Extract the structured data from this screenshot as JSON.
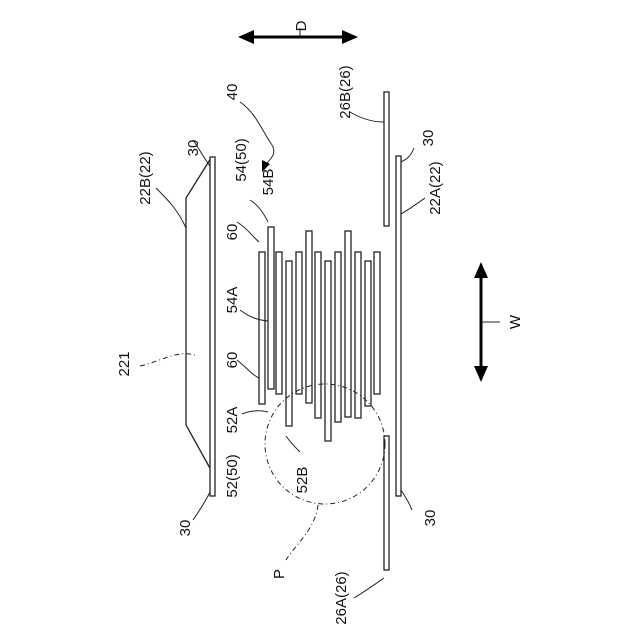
{
  "labels": {
    "dir_d": "D",
    "dir_w": "W",
    "ref_40": "40",
    "ref_26b": "26B(26)",
    "ref_30_top_right": "30",
    "ref_22a": "22A(22)",
    "ref_22b": "22B(22)",
    "ref_30_top_left": "30",
    "ref_54_50": "54(50)",
    "ref_54b": "54B",
    "ref_60_upper": "60",
    "ref_54a": "54A",
    "ref_221": "221",
    "ref_60_lower": "60",
    "ref_52a": "52A",
    "ref_52_50": "52(50)",
    "ref_52b": "52B",
    "ref_30_bottom_left": "30",
    "ref_30_bottom_right": "30",
    "ref_p": "P",
    "ref_26a": "26A(26)"
  },
  "colors": {
    "line": "#222222",
    "background": "#ffffff"
  }
}
